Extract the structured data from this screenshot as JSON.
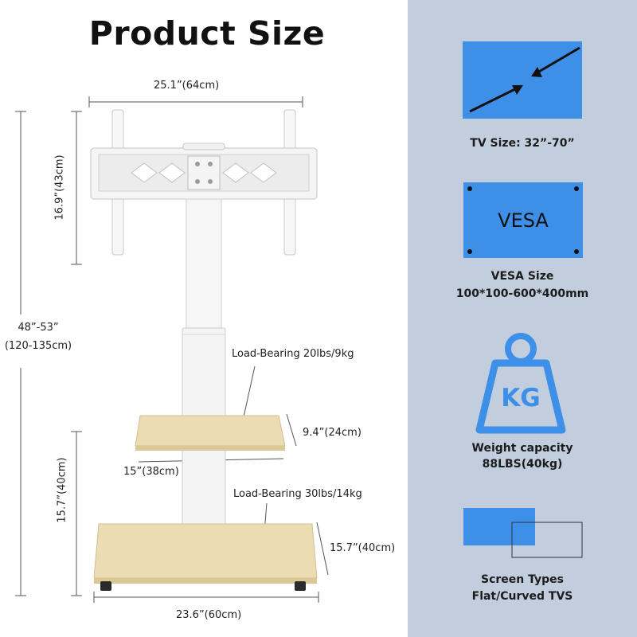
{
  "title": "Product Size",
  "dimensions": {
    "top_width": "25.1”(64cm)",
    "bracket_height": "16.9”(43cm)",
    "total_height_in": "48”-53”",
    "total_height_cm": "(120-135cm)",
    "lower_height": "15.7”(40cm)",
    "shelf_depth": "9.4”(24cm)",
    "shelf_width": "15”(38cm)",
    "base_depth": "15.7”(40cm)",
    "base_width": "23.6”(60cm)"
  },
  "load": {
    "shelf": "Load-Bearing 20lbs/9kg",
    "base": "Load-Bearing 30lbs/14kg"
  },
  "specs": {
    "tv_size": "TV Size: 32”-70”",
    "vesa_icon_text": "VESA",
    "vesa_label": "VESA Size",
    "vesa_value": "100*100-600*400mm",
    "weight_icon_text": "KG",
    "weight_label": "Weight capacity",
    "weight_value": "88LBS(40kg)",
    "screen_label": "Screen Types",
    "screen_value": "Flat/Curved TVS"
  },
  "colors": {
    "accent_blue": "#3d8fe8",
    "panel_bg": "#c2cede",
    "wood": "#ecdcb4"
  }
}
